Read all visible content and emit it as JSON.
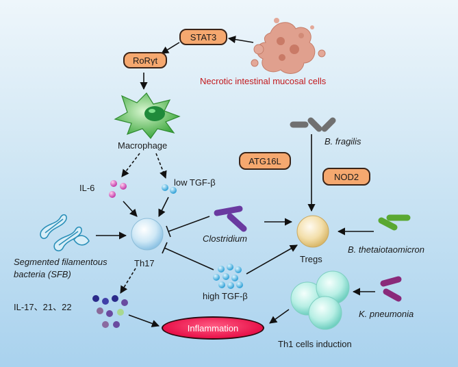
{
  "labels": {
    "stat3": "STAT3",
    "rorgt": "RoRγt",
    "necrotic": "Necrotic intestinal mucosal cells",
    "macrophage": "Macrophage",
    "b_fragilis": "B. fragilis",
    "atg16l": "ATG16L",
    "nod2": "NOD2",
    "il6": "IL-6",
    "low_tgfb": "low TGF-β",
    "clostridium": "Clostridium",
    "sfb_line1": "Segmented filamentous",
    "sfb_line2": "bacteria (SFB)",
    "th17": "Th17",
    "tregs": "Tregs",
    "b_theta": "B. thetaiotaomicron",
    "high_tgfb": "high TGF-β",
    "il17": "IL-17、21、22",
    "k_pneumonia": "K. pneumonia",
    "inflammation": "Inflammation",
    "th1": "Th1 cells induction"
  },
  "colors": {
    "pill_fill": "#f5a86f",
    "necrotic_text": "#c2181c",
    "inflammation_fill": "#e8124a",
    "clostridium": "#6a3aa0",
    "b_theta": "#5aa832",
    "k_pneumonia": "#8a2a7a",
    "b_fragilis": "#707070",
    "macrophage": "#4cbf4c",
    "th1_cells": "#a8ece2",
    "tregs": "#f2dca0",
    "th17": "#c8e4f4"
  },
  "icons": [
    "necrotic-cells-icon",
    "macrophage-icon",
    "th17-cell-icon",
    "treg-cell-icon",
    "th1-cells-icon",
    "sfb-bacteria-icon",
    "clostridium-bacteria-icon",
    "b-fragilis-bacteria-icon",
    "b-theta-bacteria-icon",
    "k-pneumonia-bacteria-icon",
    "il6-particles-icon",
    "low-tgfb-particles-icon",
    "high-tgfb-particles-icon",
    "interleukin-particles-icon"
  ]
}
